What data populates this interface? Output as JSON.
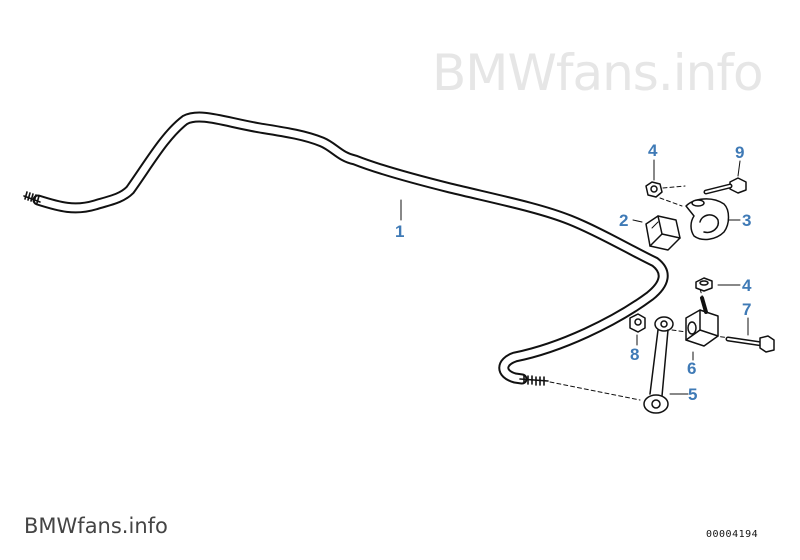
{
  "watermark": {
    "text": "BMWfans.info"
  },
  "brand": {
    "prefix": "BMW",
    "suffix": "fans.info"
  },
  "diagram": {
    "number": "00004194"
  },
  "callouts": [
    "1",
    "2",
    "3",
    "4",
    "4",
    "5",
    "6",
    "7",
    "8",
    "9"
  ],
  "colors": {
    "callout": "#3f7ab6",
    "line": "#111111",
    "watermark": "#e6e6e6"
  }
}
